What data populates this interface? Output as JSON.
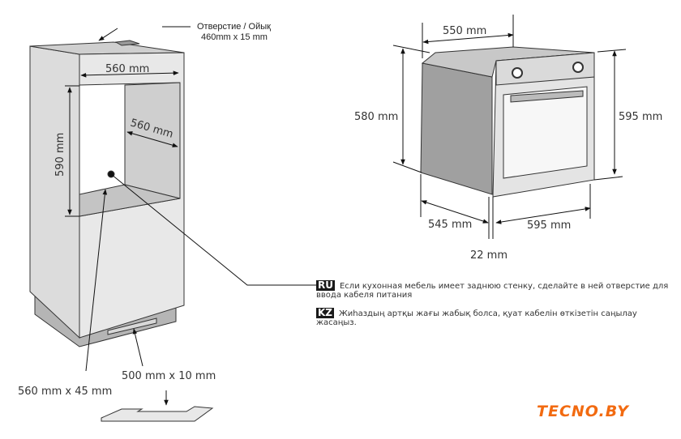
{
  "cabinet": {
    "hole_label": "Отверстие / Ойық",
    "hole_size": "460mm x 15 mm",
    "width": "560 mm",
    "depth": "560 mm",
    "height": "590 mm",
    "bottom_opening": "560 mm x 45 mm",
    "plinth_vent": "500 mm x 10 mm"
  },
  "oven": {
    "depth_top": "550 mm",
    "side_height": "580 mm",
    "front_height": "595 mm",
    "side_depth": "545 mm",
    "front_width": "595 mm",
    "door_thickness": "22 mm"
  },
  "notes": [
    {
      "lang": "RU",
      "text": "Если кухонная мебель имеет  заднюю стенку, сделайте в ней  отверстие для ввода кабеля питания"
    },
    {
      "lang": "KZ",
      "text": "Жиһаздың артқы жағы жабық болса, қуат кабелін өткізетін саңылау жасаңыз."
    }
  ],
  "logo": "TECNO.BY",
  "colors": {
    "accent": "#f26a10",
    "panel": "#e6e6e6",
    "side": "#a0a0a0"
  }
}
